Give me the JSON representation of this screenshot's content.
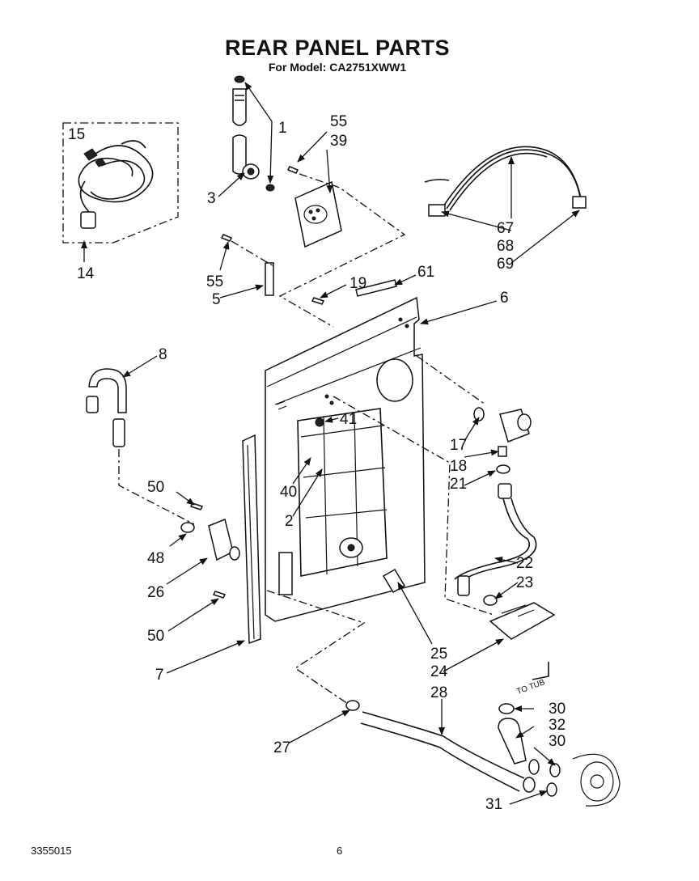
{
  "header": {
    "title": "REAR PANEL PARTS",
    "subtitle": "For Model: CA2751XWW1"
  },
  "footer": {
    "document_number": "3355015",
    "page_number": "6"
  },
  "annotations": {
    "to_tub": "TO TUB"
  },
  "callouts": [
    {
      "id": "c1",
      "label": "1"
    },
    {
      "id": "c3",
      "label": "3"
    },
    {
      "id": "c55a",
      "label": "55"
    },
    {
      "id": "c39",
      "label": "39"
    },
    {
      "id": "c15",
      "label": "15"
    },
    {
      "id": "c14",
      "label": "14"
    },
    {
      "id": "c55b",
      "label": "55"
    },
    {
      "id": "c5",
      "label": "5"
    },
    {
      "id": "c19",
      "label": "19"
    },
    {
      "id": "c61",
      "label": "61"
    },
    {
      "id": "c6",
      "label": "6"
    },
    {
      "id": "c67",
      "label": "67"
    },
    {
      "id": "c68",
      "label": "68"
    },
    {
      "id": "c69",
      "label": "69"
    },
    {
      "id": "c8",
      "label": "8"
    },
    {
      "id": "c41",
      "label": "41"
    },
    {
      "id": "c17",
      "label": "17"
    },
    {
      "id": "c18",
      "label": "18"
    },
    {
      "id": "c21",
      "label": "21"
    },
    {
      "id": "c40",
      "label": "40"
    },
    {
      "id": "c2",
      "label": "2"
    },
    {
      "id": "c50a",
      "label": "50"
    },
    {
      "id": "c48",
      "label": "48"
    },
    {
      "id": "c26",
      "label": "26"
    },
    {
      "id": "c22",
      "label": "22"
    },
    {
      "id": "c23",
      "label": "23"
    },
    {
      "id": "c50b",
      "label": "50"
    },
    {
      "id": "c7",
      "label": "7"
    },
    {
      "id": "c25",
      "label": "25"
    },
    {
      "id": "c24",
      "label": "24"
    },
    {
      "id": "c28",
      "label": "28"
    },
    {
      "id": "c30a",
      "label": "30"
    },
    {
      "id": "c32",
      "label": "32"
    },
    {
      "id": "c30b",
      "label": "30"
    },
    {
      "id": "c27",
      "label": "27"
    },
    {
      "id": "c31",
      "label": "31"
    }
  ]
}
